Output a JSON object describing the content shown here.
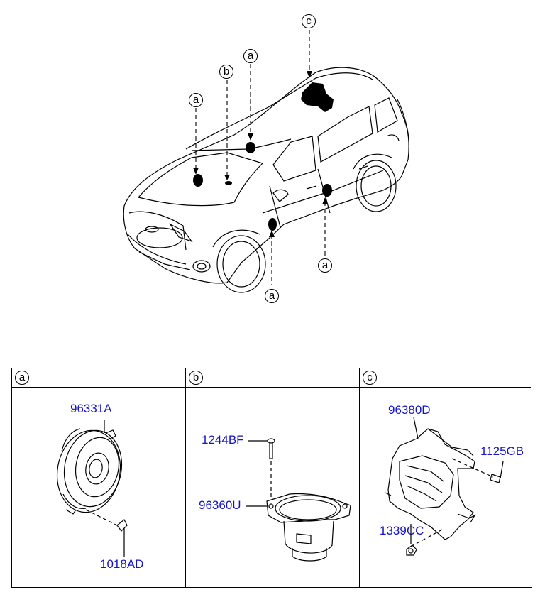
{
  "callouts": {
    "top": [
      "c",
      "b",
      "a",
      "a",
      "a",
      "a"
    ]
  },
  "panels": [
    {
      "key": "a",
      "parts": [
        "96331A",
        "1018AD"
      ]
    },
    {
      "key": "b",
      "parts": [
        "1244BF",
        "96360U"
      ]
    },
    {
      "key": "c",
      "parts": [
        "96380D",
        "1125GB",
        "1339CC"
      ]
    }
  ],
  "colors": {
    "part_number": "#1515c8",
    "line": "#000000"
  }
}
